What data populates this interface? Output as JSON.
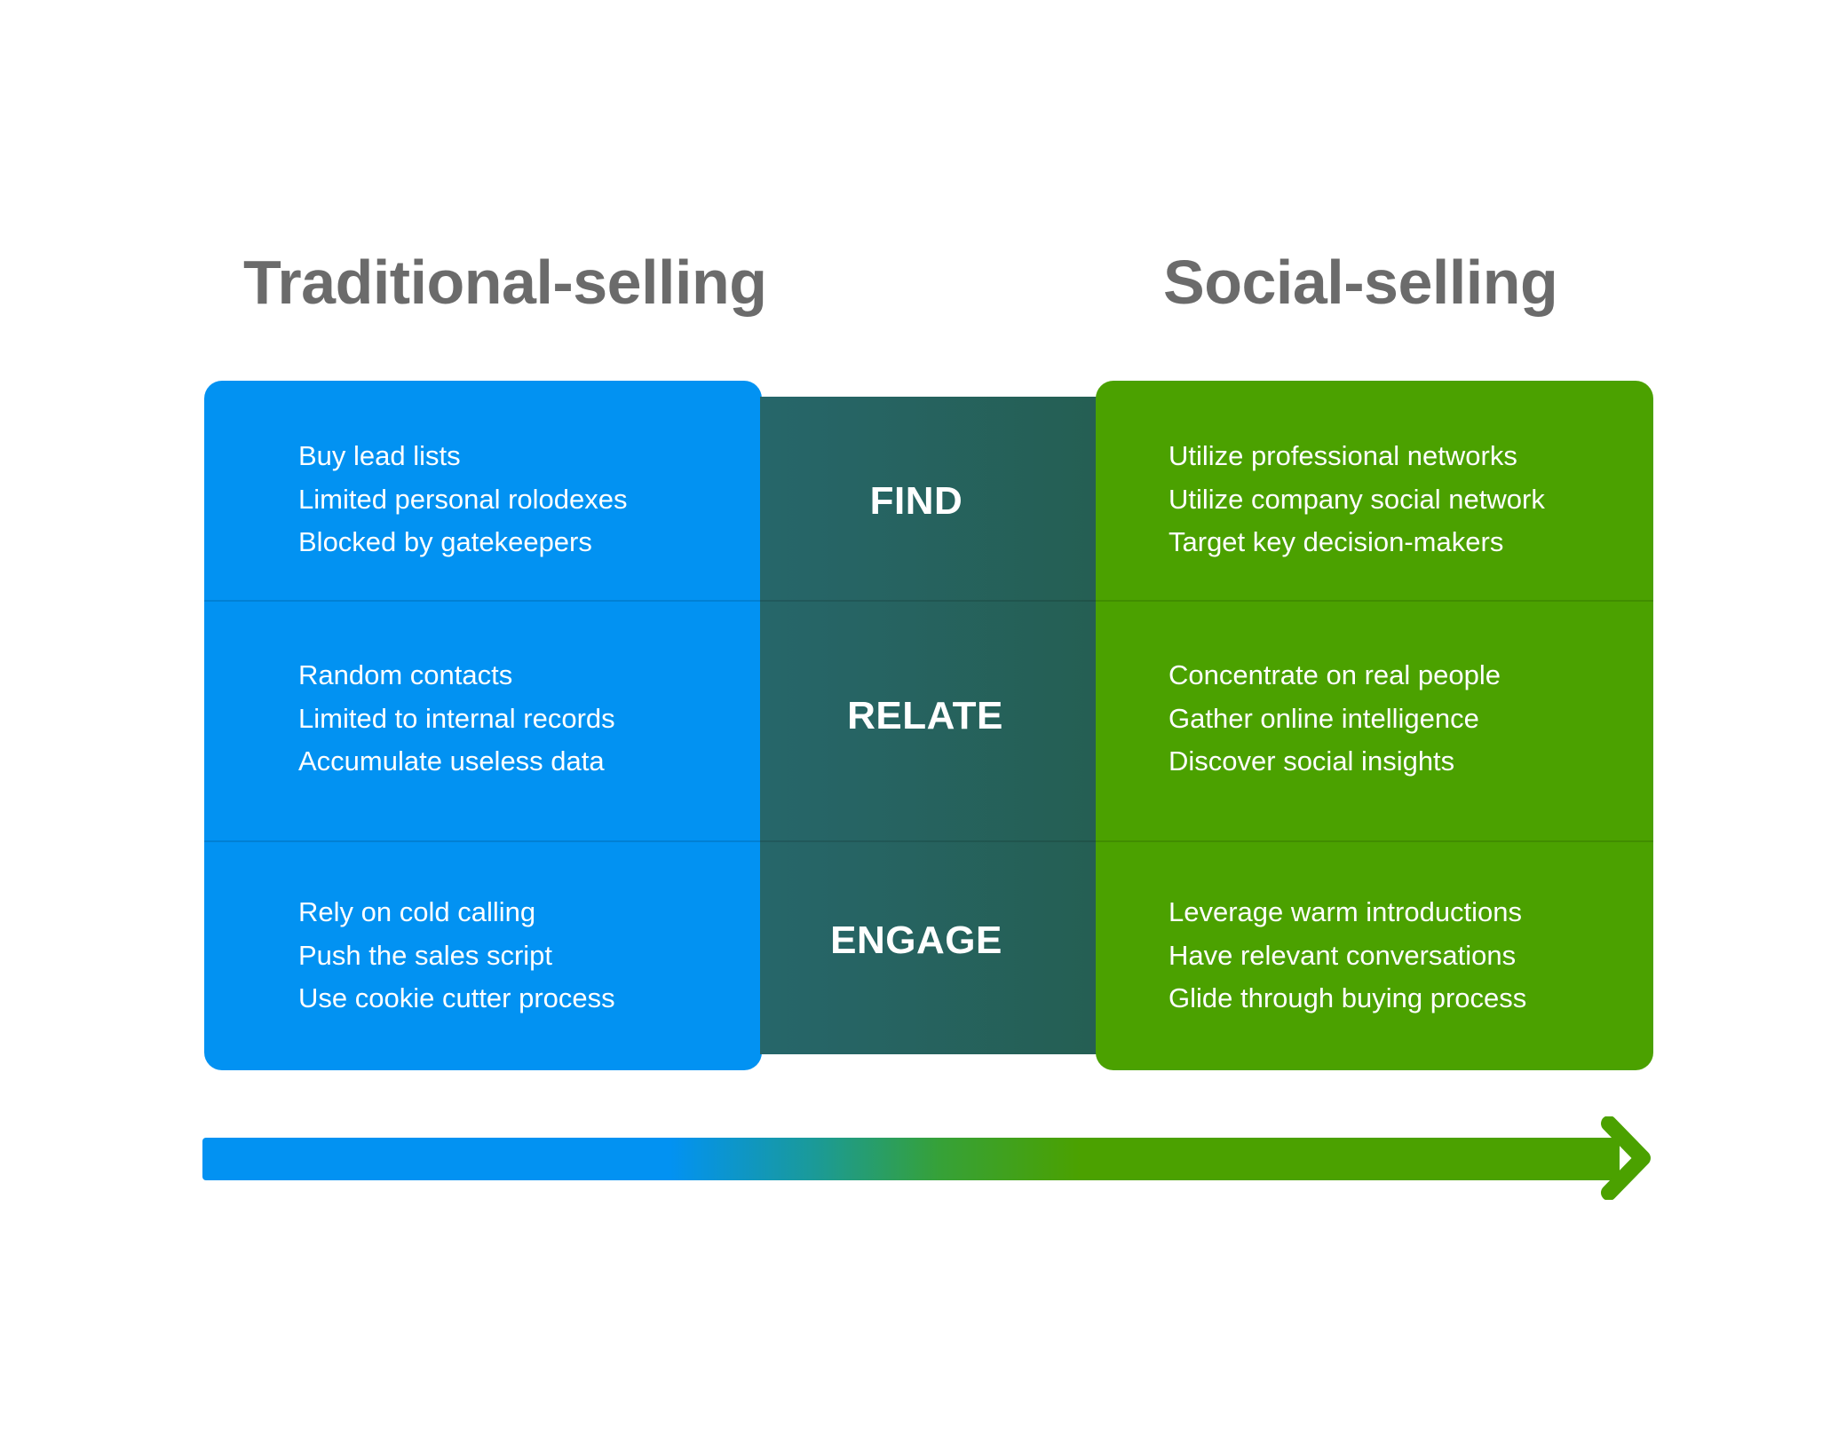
{
  "headings": {
    "left": "Traditional-selling",
    "right": "Social-selling"
  },
  "stages": [
    "FIND",
    "RELATE",
    "ENGAGE"
  ],
  "traditional": {
    "find": [
      "Buy lead lists",
      "Limited personal rolodexes",
      "Blocked by gatekeepers"
    ],
    "relate": [
      "Random contacts",
      "Limited to internal records",
      "Accumulate useless data"
    ],
    "engage": [
      "Rely on cold calling",
      "Push the sales script",
      "Use cookie cutter process"
    ]
  },
  "social": {
    "find": [
      "Utilize professional networks",
      "Utilize company social network",
      "Target key decision-makers"
    ],
    "relate": [
      "Concentrate on real people",
      "Gather online intelligence",
      "Discover social insights"
    ],
    "engage": [
      "Leverage warm introductions",
      "Have relevant conversations",
      "Glide through buying process"
    ]
  },
  "colors": {
    "traditional_blue": "#0292f2",
    "social_green": "#4ba100",
    "center_teal": "#26666a",
    "heading_gray": "#6b6b6b"
  },
  "icons": {
    "progress": "arrow-right-icon"
  }
}
